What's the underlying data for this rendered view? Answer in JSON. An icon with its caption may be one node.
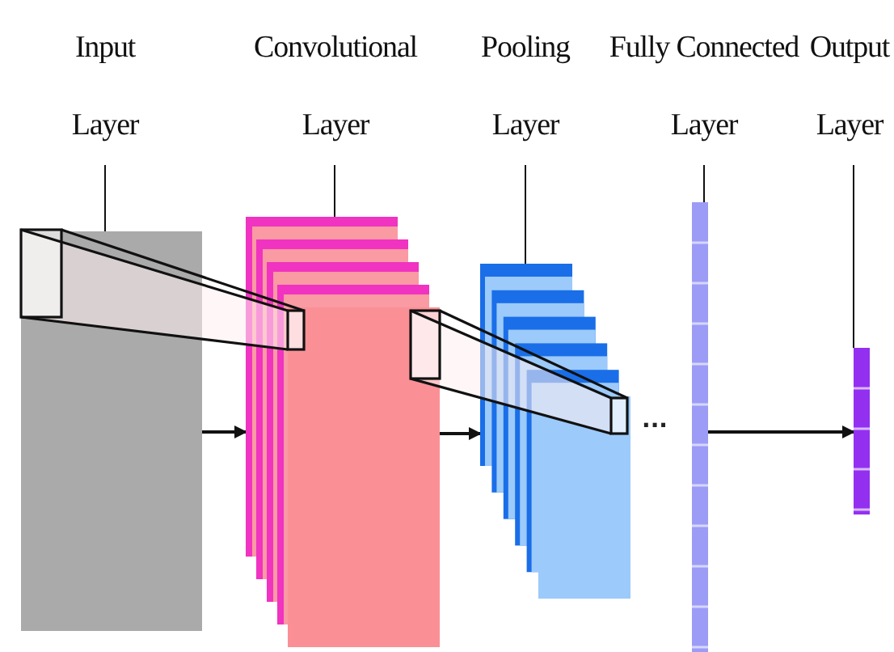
{
  "diagram": {
    "nodes": [
      {
        "text": [
          "Input Layer"
        ]
      },
      {
        "text": [
          "Convolutional Layer"
        ]
      },
      {
        "text": [
          "Pooling Layer"
        ]
      },
      {
        "text": [
          "Fully Connected Layer"
        ]
      },
      {
        "text": [
          "Output Layer"
        ]
      },
      {
        "text": [],
        "shape": "box"
      },
      {
        "text": [],
        "shape": "picture"
      },
      {
        "text": [],
        "shape": "picture"
      },
      {
        "text": [],
        "shape": "bar"
      },
      {
        "text": [],
        "shape": "bar"
      }
    ],
    "edges": [
      {
        "from": 0,
        "to": 5,
        "arrow": "none"
      },
      {
        "from": 1,
        "to": 6,
        "arrow": "none"
      },
      {
        "from": 2,
        "to": 7,
        "arrow": "none"
      },
      {
        "from": 3,
        "to": 8,
        "arrow": "none"
      },
      {
        "from": 4,
        "to": 9,
        "arrow": "none"
      },
      {
        "from": 5,
        "to": 6,
        "arrow": "to"
      },
      {
        "from": 6,
        "to": 7,
        "arrow": "to"
      },
      {
        "from": 8,
        "to": 9,
        "arrow": "to"
      }
    ],
    "labels": [
      "..."
    ]
  }
}
